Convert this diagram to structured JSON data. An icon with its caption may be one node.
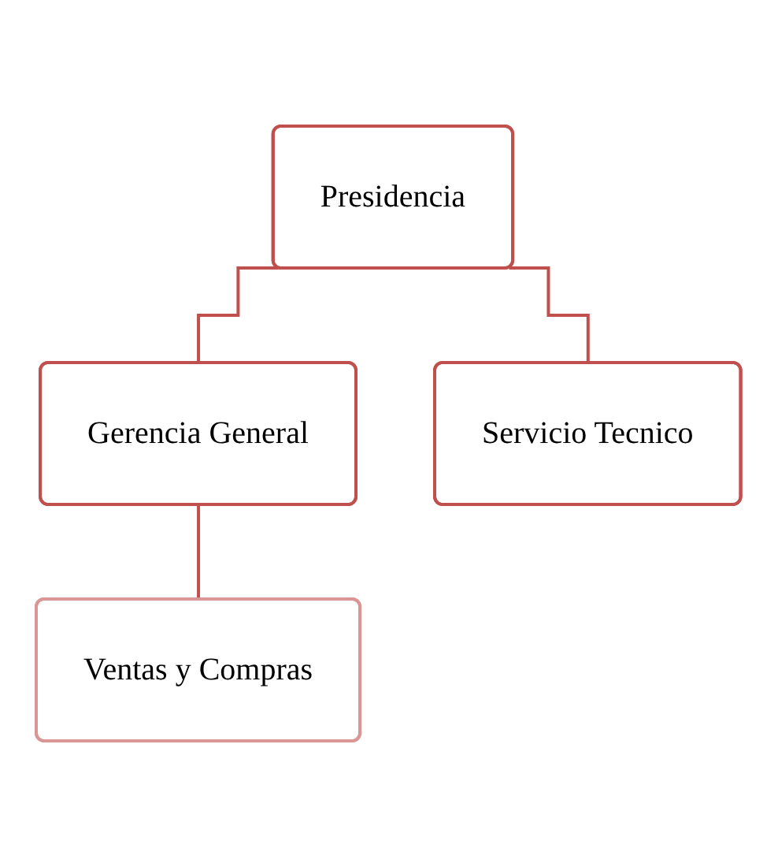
{
  "diagram": {
    "nodes": [
      {
        "text": [
          "Presidencia"
        ]
      },
      {
        "text": [
          "Gerencia General"
        ]
      },
      {
        "text": [
          "Servicio Tecnico"
        ]
      },
      {
        "text": [
          "Ventas y Compras"
        ]
      }
    ],
    "edges": [
      {
        "from": 0,
        "to": 1,
        "arrow": "none"
      },
      {
        "from": 0,
        "to": 2,
        "arrow": "none"
      },
      {
        "from": 1,
        "to": 3,
        "arrow": "none"
      }
    ]
  }
}
